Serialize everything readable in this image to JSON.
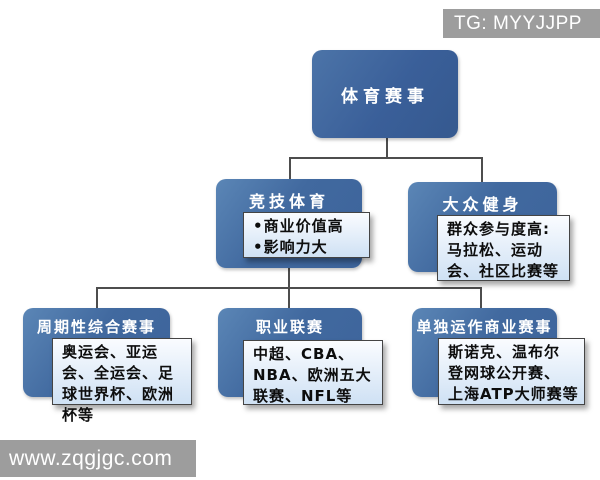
{
  "banners": {
    "top_right": "TG: MYYJJPP",
    "bottom_left": "www.zqgjgc.com"
  },
  "colors": {
    "root_blue": "#3a5f99",
    "node_blue": "#41699f",
    "node_blue_light": "#4d79ad",
    "connector_gray": "#4d4d4d",
    "banner_gray": "#9d9d9d",
    "inner_border": "#444444",
    "inner_fill_top": "#fafcff",
    "inner_fill_bottom": "#cfe1f4",
    "title_white": "#ffffff",
    "detail_text": "#0d0d0d"
  },
  "tree": {
    "root": {
      "label": "体育赛事"
    },
    "level2": [
      {
        "label": "竞技体育",
        "lines": [
          "•商业价值高",
          "•影响力大"
        ]
      },
      {
        "label": "大众健身",
        "lines": [
          "群众参与度高:",
          "马拉松、运动",
          "会、社区比赛等"
        ]
      }
    ],
    "level3": [
      {
        "label": "周期性综合赛事",
        "lines": [
          "奥运会、亚运",
          "会、全运会、足",
          "球世界杯、欧洲",
          "杯等"
        ]
      },
      {
        "label": "职业联赛",
        "lines": [
          "中超、CBA、",
          "NBA、欧洲五大",
          "联赛、NFL等"
        ]
      },
      {
        "label": "单独运作商业赛事",
        "lines": [
          "斯诺克、温布尔",
          "登网球公开赛、",
          "上海ATP大师赛等"
        ]
      }
    ]
  }
}
